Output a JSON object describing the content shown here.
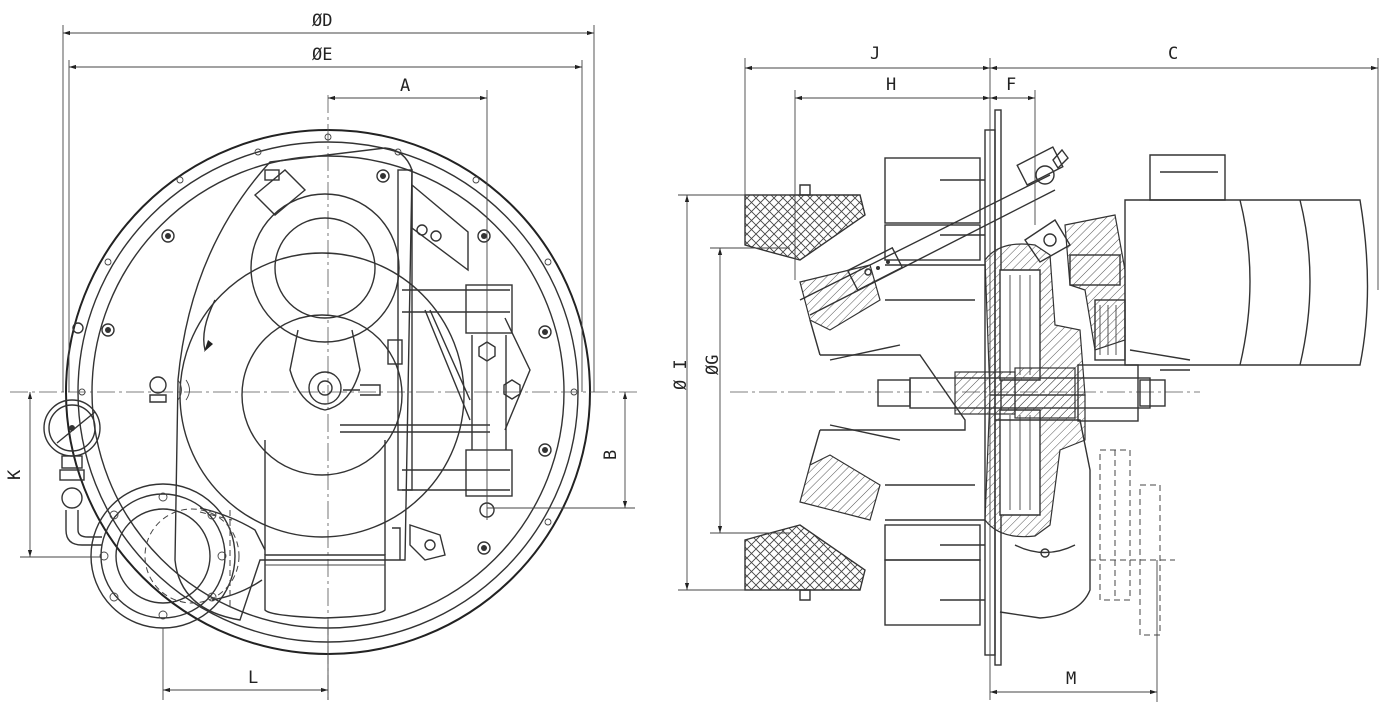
{
  "dimensions": {
    "D": "ØD",
    "E": "ØE",
    "A": "A",
    "B": "B",
    "K": "K",
    "L": "L",
    "J": "J",
    "C": "C",
    "H": "H",
    "F": "F",
    "I": "Ø I",
    "G": "ØG",
    "M": "M"
  }
}
